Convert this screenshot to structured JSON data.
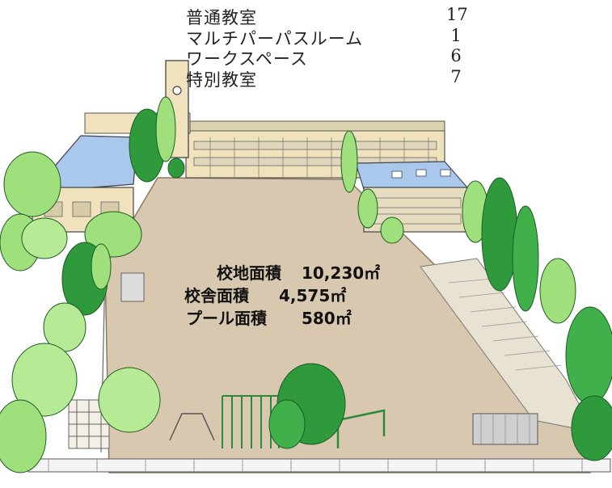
{
  "rooms": [
    {
      "name": "普通教室",
      "count": "17"
    },
    {
      "name": "マルチパーパスルーム",
      "count": "1"
    },
    {
      "name": "ワークスペース",
      "count": "6"
    },
    {
      "name": "特別教室",
      "count": "7"
    }
  ],
  "areas": {
    "site": {
      "label": "校地面積",
      "value": "10,230㎡"
    },
    "building": {
      "label": "校舎面積",
      "value": "4,575㎡"
    },
    "pool": {
      "label": "プール面積",
      "value": "580㎡"
    }
  },
  "colors": {
    "schoolyard": "#d9c8b0",
    "roof_blue": "#a9c8ec",
    "building_wall": "#efe2bd",
    "tree_green": "#2e9a3c",
    "tree_light": "#9fe07d"
  }
}
